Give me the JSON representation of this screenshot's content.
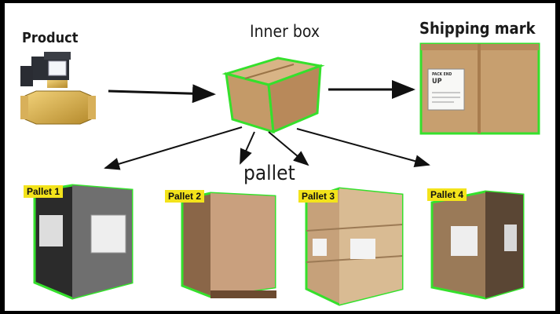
{
  "labels": {
    "product": "Product",
    "inner_box": "Inner box",
    "shipping_mark": "Shipping mark",
    "pallet": "pallet"
  },
  "pallets": [
    {
      "tag": "Pallet 1"
    },
    {
      "tag": "Pallet 2"
    },
    {
      "tag": "Pallet 3"
    },
    {
      "tag": "Pallet 4"
    }
  ],
  "box_label": {
    "line1": "PACK END",
    "line2": "UP"
  },
  "colors": {
    "highlight": "#35e02c",
    "cardboard": "#c9a273",
    "tag": "#f3e31b",
    "frame": "#000000"
  }
}
